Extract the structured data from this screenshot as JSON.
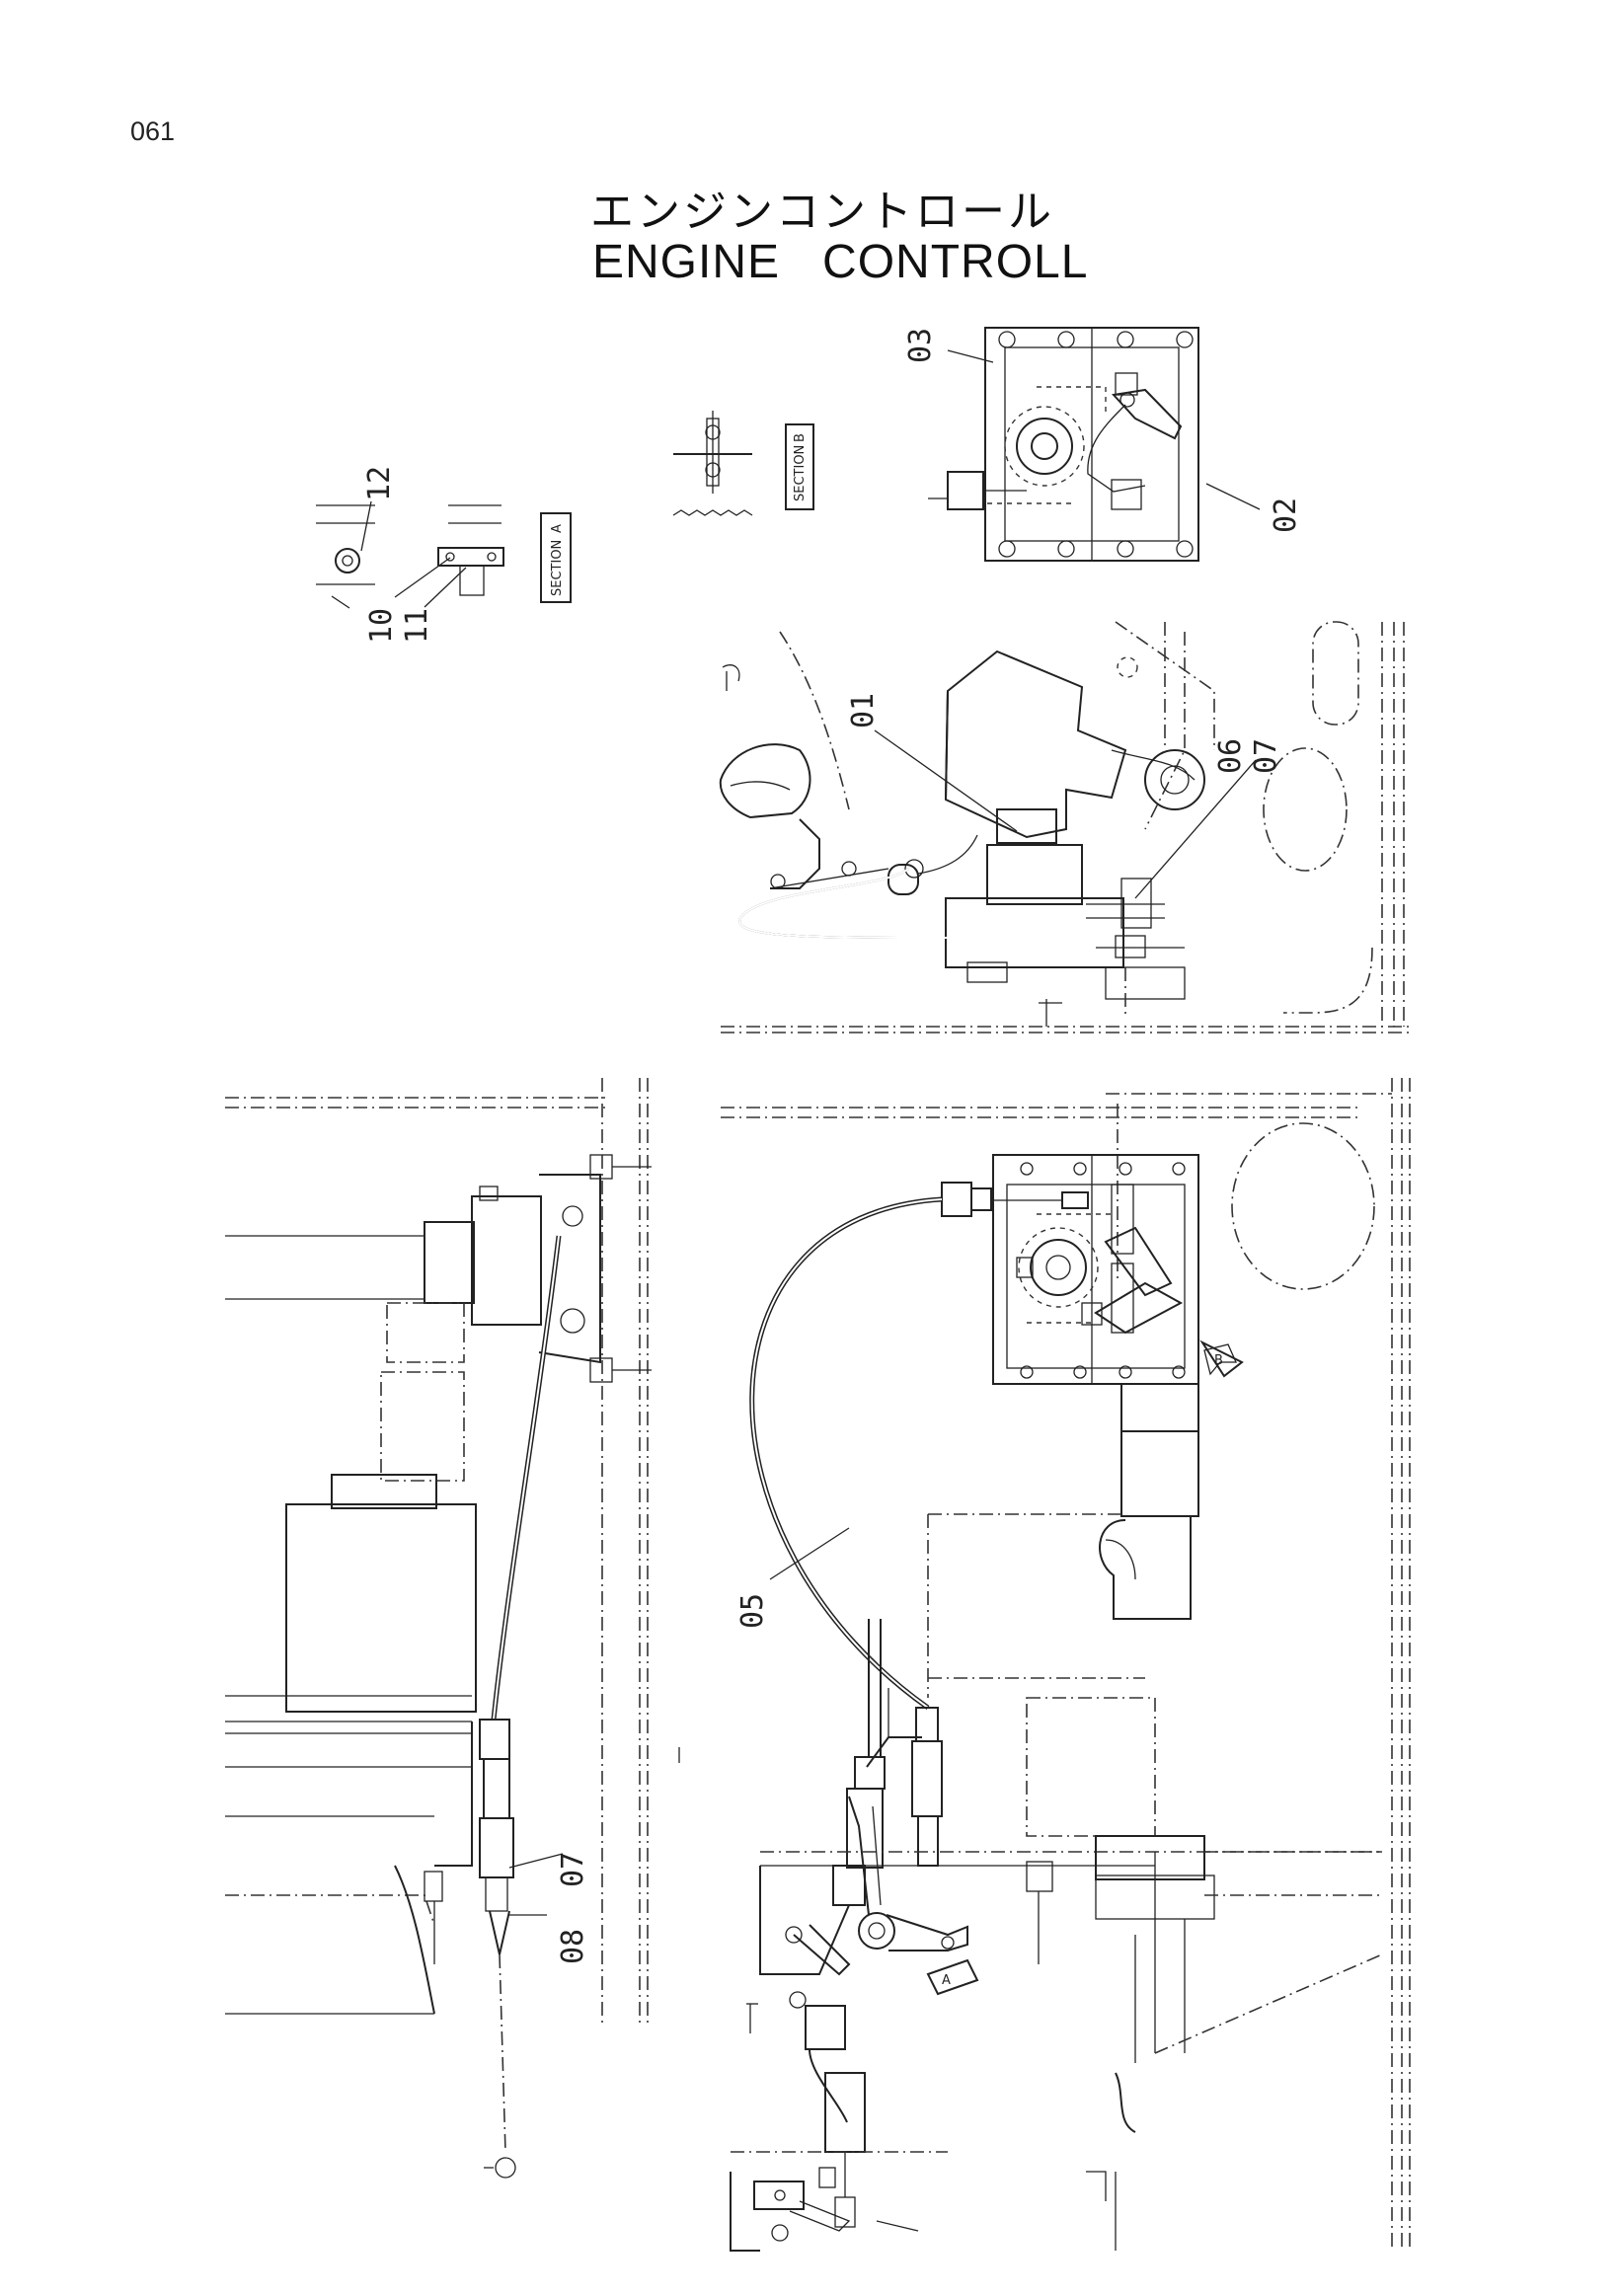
{
  "page_number": "061",
  "title_jp": "エンジンコントロール",
  "title_en": "ENGINE   CONTROLL",
  "callouts": {
    "c01": "01",
    "c02": "02",
    "c03": "03",
    "c05": "05",
    "c06": "06",
    "c07": "07",
    "c07b": "07",
    "c08": "08",
    "c10": "10",
    "c11": "11",
    "c12": "12"
  },
  "section_tags": {
    "a_label": "SECTION",
    "a_letter": "A",
    "b_label": "SECTION",
    "b_letter": "B"
  },
  "view_markers": {
    "a": "A",
    "b": "B"
  }
}
